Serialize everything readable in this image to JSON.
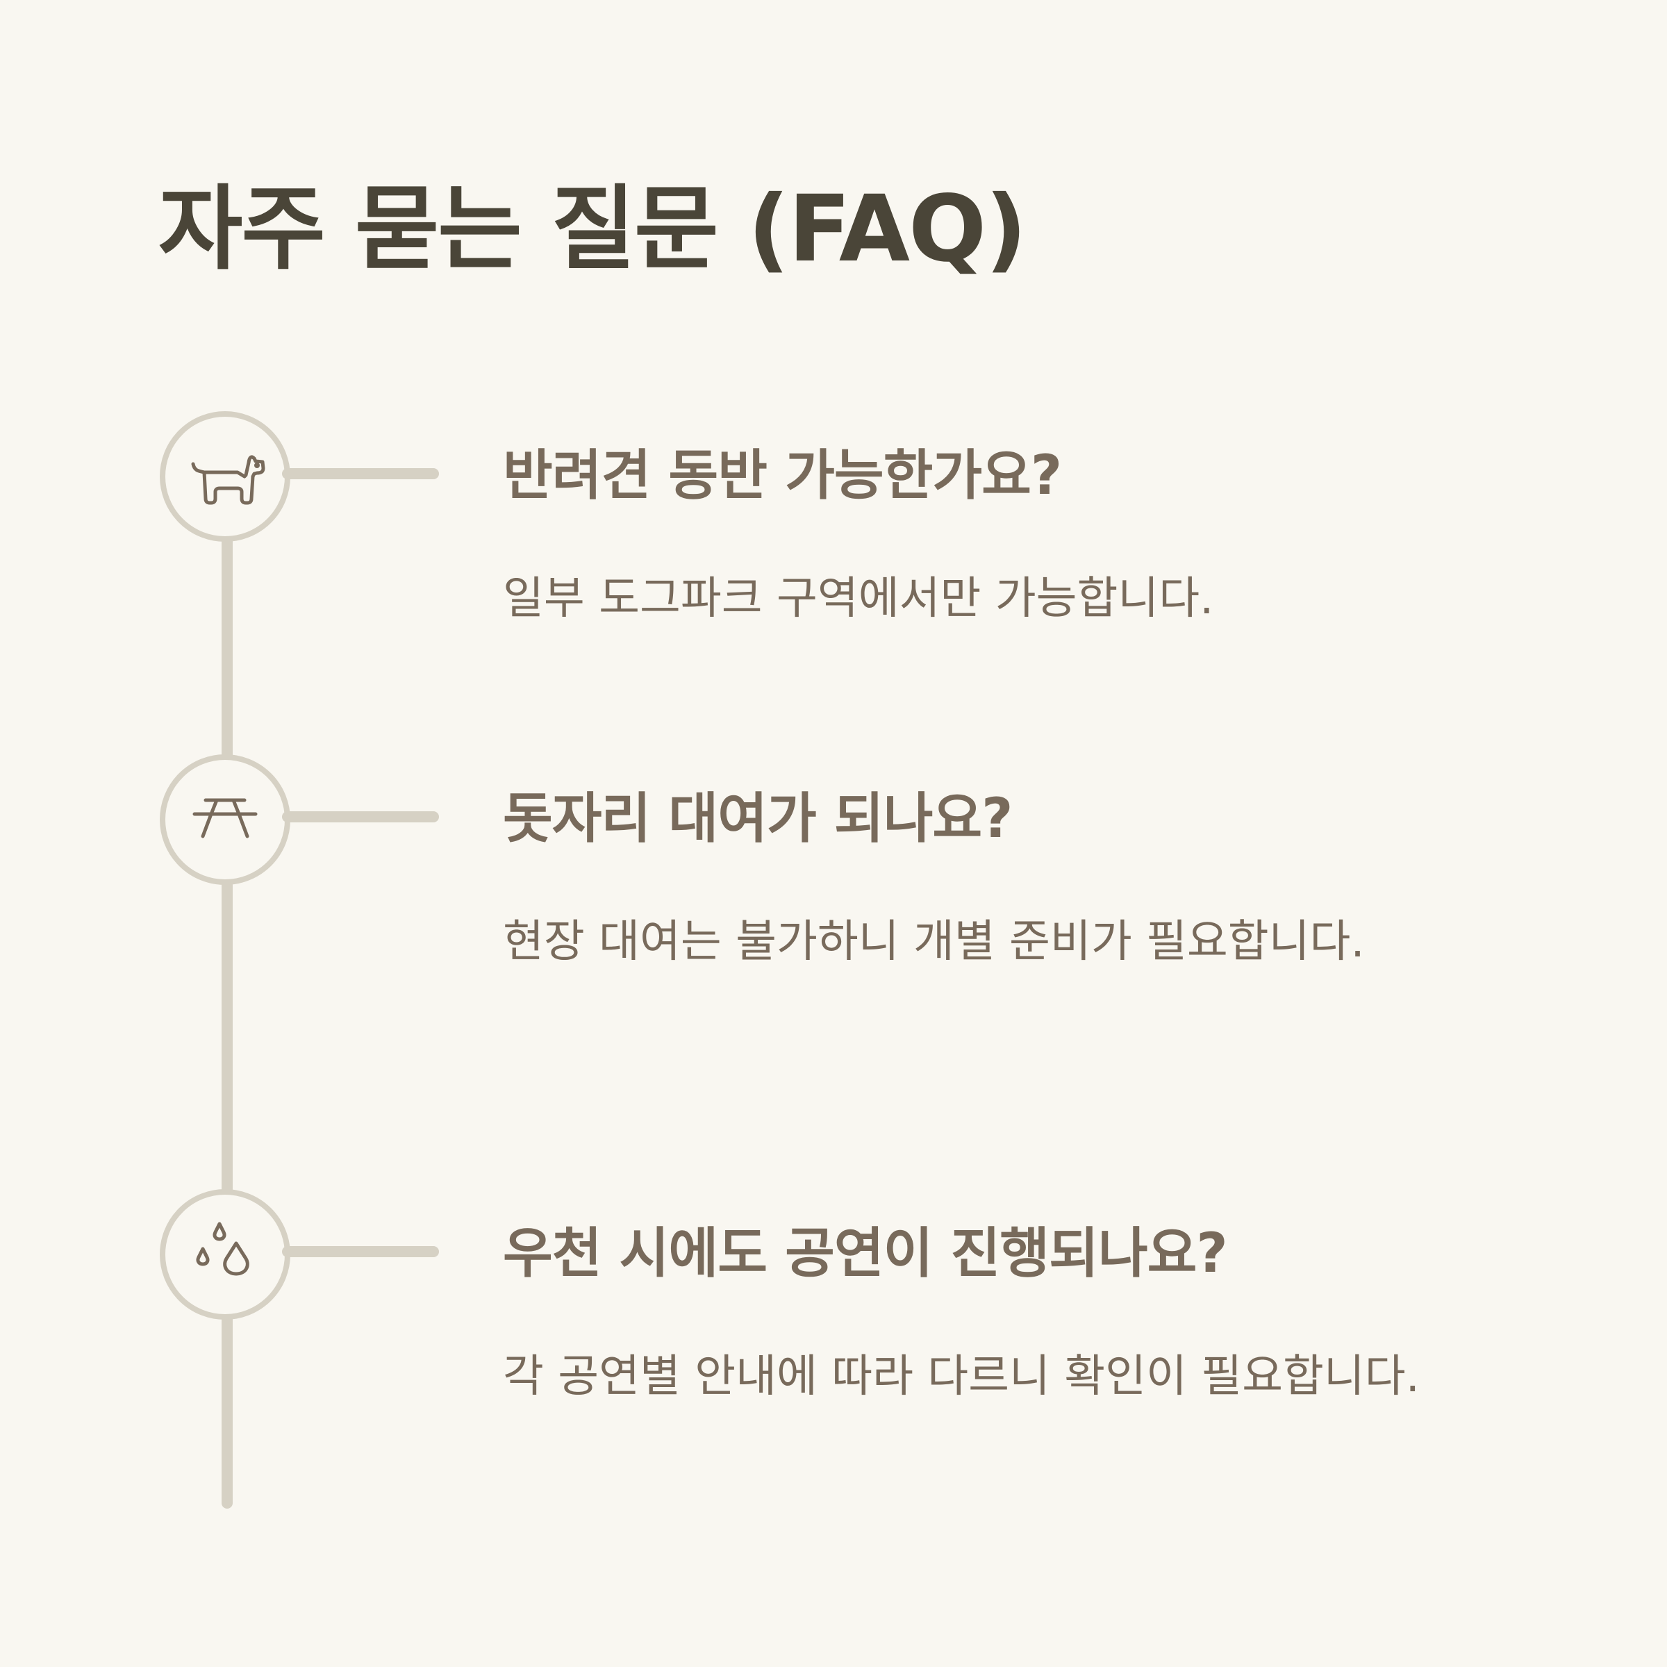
{
  "page": {
    "title": "자주 묻는 질문 (FAQ)"
  },
  "colors": {
    "background": "#f9f7f1",
    "title": "#4a4538",
    "text": "#786a5b",
    "timeline": "#d6d1c4"
  },
  "faq": {
    "items": [
      {
        "icon": "dog-icon",
        "question": "반려견 동반 가능한가요?",
        "answer": "일부 도그파크 구역에서만 가능합니다."
      },
      {
        "icon": "picnic-table-icon",
        "question": "돗자리 대여가 되나요?",
        "answer": "현장 대여는 불가하니 개별 준비가 필요합니다."
      },
      {
        "icon": "rain-drops-icon",
        "question": "우천 시에도 공연이 진행되나요?",
        "answer": "각 공연별 안내에 따라 다르니 확인이 필요합니다."
      }
    ]
  }
}
